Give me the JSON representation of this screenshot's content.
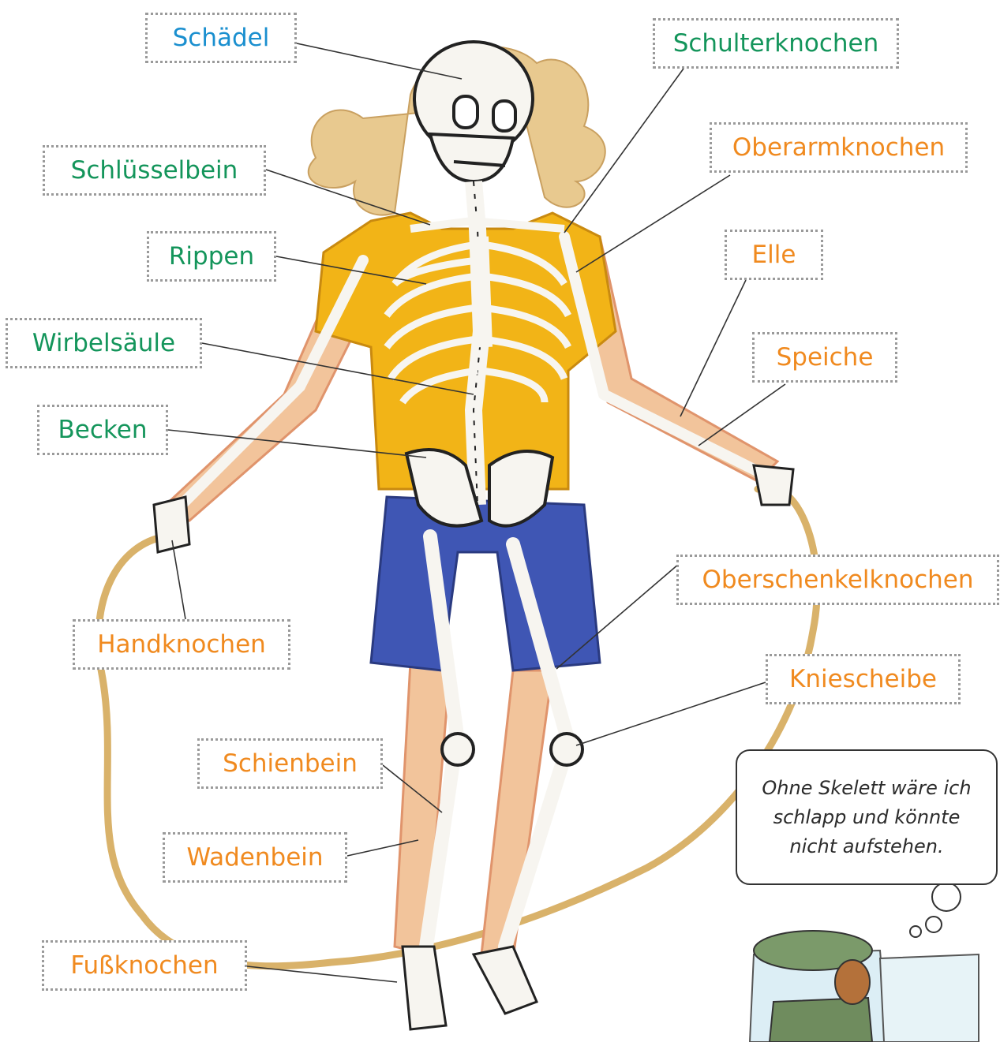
{
  "labels": {
    "skull": "Schädel",
    "shoulder_blade": "Schulterknochen",
    "collarbone": "Schlüsselbein",
    "upper_arm": "Oberarmknochen",
    "ribs": "Rippen",
    "ulna": "Elle",
    "spine": "Wirbelsäule",
    "radius": "Speiche",
    "pelvis": "Becken",
    "femur": "Oberschenkelknochen",
    "hand_bones": "Handknochen",
    "kneecap": "Kniescheibe",
    "shin_bone": "Schienbein",
    "fibula": "Wadenbein",
    "foot_bones": "Fußknochen"
  },
  "thought_bubble": {
    "line1": "Ohne Skelett wäre ich",
    "line2": "schlapp und könnte",
    "line3": "nicht aufstehen."
  },
  "colors": {
    "blue": "#1a8fcf",
    "green": "#14955b",
    "orange": "#f08a1f",
    "shirt": "#f2b417",
    "shorts": "#3f56b4"
  }
}
